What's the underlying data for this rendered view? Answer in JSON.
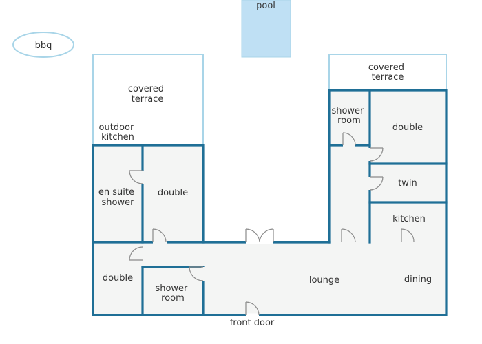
{
  "labels": {
    "pool": "pool",
    "bbq": "bbq",
    "covered_terrace_left": [
      "covered",
      "terrace"
    ],
    "covered_terrace_right": [
      "covered",
      "terrace"
    ],
    "outdoor_kitchen": [
      "outdoor",
      "kitchen"
    ],
    "en_suite_shower": [
      "en suite",
      "shower"
    ],
    "double_left": "double",
    "double_bottom_left": "double",
    "shower_room_left": [
      "shower",
      "room"
    ],
    "shower_room_right": [
      "shower",
      "room"
    ],
    "double_right": "double",
    "twin": "twin",
    "kitchen": "kitchen",
    "lounge": "lounge",
    "dining": "dining",
    "front_door": "front door"
  },
  "colors": {
    "wall": "#1f6f96",
    "outline": "#a9d5e8",
    "pool": "#bfe0f4",
    "floor": "#f4f5f4"
  }
}
